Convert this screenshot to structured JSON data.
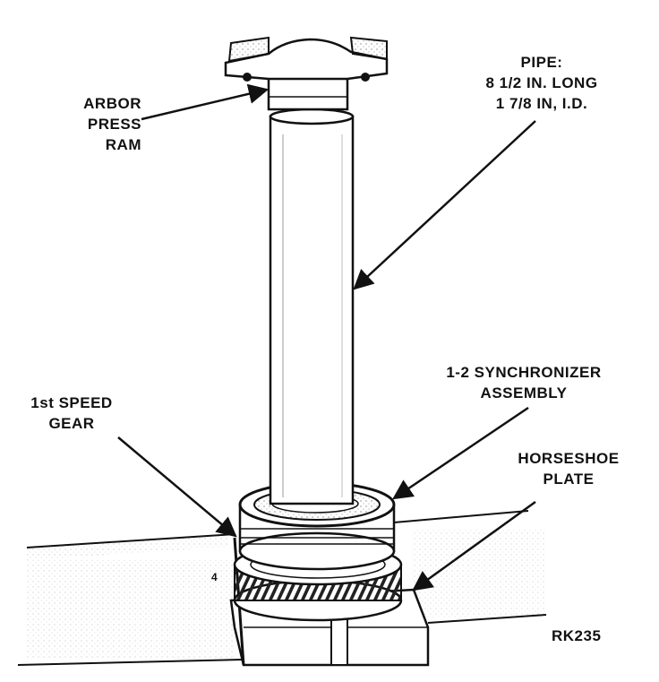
{
  "labels": {
    "arbor_press_ram": [
      "ARBOR",
      "PRESS",
      "RAM"
    ],
    "pipe": [
      "PIPE:",
      "8 1/2 IN. LONG",
      "1 7/8 IN, I.D."
    ],
    "synchronizer": [
      "1-2 SYNCHRONIZER",
      "ASSEMBLY"
    ],
    "first_speed_gear": [
      "1st SPEED",
      "GEAR"
    ],
    "horseshoe_plate": [
      "HORSESHOE",
      "PLATE"
    ],
    "figure_code": "RK235",
    "small_mark": "4"
  },
  "colors": {
    "ink": "#111111",
    "paper": "#ffffff",
    "shade": "#d8d8d8"
  }
}
